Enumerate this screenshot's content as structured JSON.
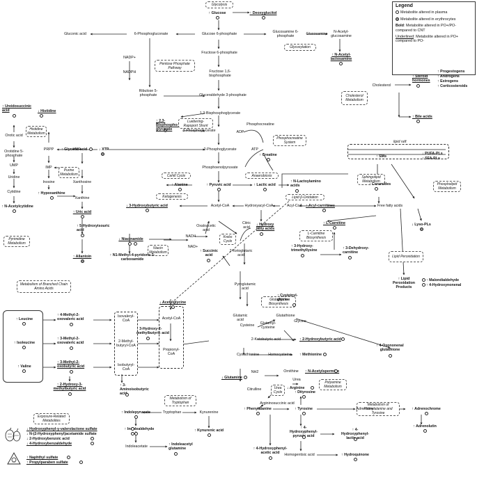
{
  "legend": {
    "title": "Legend",
    "plasma": "Metabolite altered in plasma",
    "erythro": "Metabolite altered in erythrocytes",
    "bold_key": "Bold",
    "bold": ": Metabolite altered in PO+/PO- compared to CNT",
    "under_key": "Underlined",
    "under": ": Metabolite altered in PO+ compared to PO-"
  },
  "pathways": {
    "glycolysis": "Glycolysis",
    "glycosylation": "Glycosylation",
    "ppp": "Pentose Phosphate Pathway",
    "lueb": "Luebering-Rapoport Shunt",
    "pcr": "Phosphocreatine System",
    "cahill": "Cahill Cycle",
    "anaerobiosis": "Anaerobiosis",
    "ketogenesis": "Ketogenesis",
    "lipid_ox": "Lipid β-Oxidation",
    "krebs": "Krebs Cycle",
    "histidine": "Histidine Metabolism",
    "purine": "Purine Metabolism",
    "pyrimidine": "Pyrimidine Metabolism",
    "niacin": "Niacin Metabolism",
    "cholesterol": "Cholesterol Metabolism",
    "sphingolipid": "Sphingolipid Metabolism",
    "phospholipid": "Phospholipid Metabolism",
    "carnitine": "L-Carnitine Biosynthesis",
    "lipid_perox": "Lipid Peroxidation",
    "gsh": "Glutathione Biosynthesis",
    "polyamine": "Polyamine Metabolism",
    "urea": "Urea Cycle",
    "bcaa": "Metabolism of Branched Chain Amino Acids",
    "tryptophan": "Metabolism of Tryptophan",
    "exposure": "Exposure-Related Metabolites",
    "phe_tyr": "Metabolism of Phenylalanine and Tyrosine"
  },
  "nodes": {
    "glucose": "↑ Glucose",
    "deoxyglucitol": "↑ Deoxyglucitol",
    "g6p": "Glucose 6-phosphate",
    "pg6": "6-Phosphogluconate",
    "gluconic": "Gluconic acid",
    "glcn6p": "Glucosamine 6-phosphate",
    "glcn": "Glucosamine",
    "nacglcn": "N-Acetyl-glucosamine",
    "nacl": "↑ N-Acetyl-lactosamine",
    "f6p": "Fructose 6-phosphate",
    "fbp": "Fructose 1,6-bisphosphate",
    "nadpp": "NADP+",
    "nadph": "NADPH",
    "r5p": "Ribulose 5-phosphate",
    "gap": "Glyceraldehyde 3-phosphate",
    "bpg13": "1,3-Bisphosphoglycerate",
    "bpg23": "↑ 2,3-Bisphospho-glycerate",
    "pg3": "3-Phosphoglycerate",
    "pg2": "2-Phosphoglycerate",
    "pep": "Phosphoenolpyruvate",
    "pcr": "Phosphocreatine",
    "adp": "ADP",
    "atp": "ATP",
    "creatine": "↑ Creatine",
    "ureido": "↑ Ureidosuccinic acid",
    "histidine": "↓ Histidine",
    "orotic": "Orotic acid",
    "prpp": "PRPP",
    "glyceric": "↑ Glyceric acid",
    "orotidine": "Orotidine 5-phosphate",
    "imp": "IMP",
    "xmp": "XMP",
    "xtp": "↓ XTP",
    "ump": "UMP",
    "inosine": "Inosine",
    "xanthosine": "Xanthosine",
    "uridine": "Uridine",
    "hypox": "↑ Hypoxanthine",
    "xanthine": "Xanthine",
    "cytidine": "Cytidine",
    "uric": "↑ Uric acid",
    "nacetylcyt": "↑ N-Acetylcytidine",
    "hiu": "↑ 5-Hydroxyisouric acid",
    "allantoin": "↑ Allantoin",
    "alanine": "↑ Alanine",
    "pyruvic": "↑ Pyruvic acid",
    "lactic": "↑ Lactic acid",
    "nlac": "↑ N-Lactoylamino acids",
    "hba": "↓ 3-Hydroxybutyric acid",
    "acoa": "Acetyl-CoA",
    "hacoa": "Hydroxyacyl-CoA",
    "acylcoa": "Acyl-CoA",
    "acylcarn": "↑ Acyl-carnitines",
    "ffa": "Free fatty acids",
    "lysopl": "↓ Lyso-PLs",
    "hfa": "↓ Hydroxy fatty acids",
    "cholesterol": "Cholesterol",
    "steroid": "↑ Steroid hormones",
    "progest": "↑ Progestogens",
    "andro": "↑ Androgens",
    "estro": "↑ Estrogens",
    "cortico": "↑ Corticosteroids",
    "bile": "↑ Bile acids",
    "lipidraft": "lipid raft",
    "sms": "↑ SMs",
    "pufa": "↓ PUFA-PLs",
    "sfa": "↑ SFA-PLs",
    "ceramides": "↑ Ceramides",
    "carnitine": "↑ L-Carnitine",
    "thtml": "↑ 3-Hydroxy-trimethyllysine",
    "dhc": "↑ 3-Dehydroxy-carnitine",
    "lpp": "↑ Lipid Peroxidation Products",
    "mda": "↑ Malondialdehyde",
    "hne": "↑ 4-Hydroxynonenal",
    "oxaloacetic": "Oxaloacetic acid",
    "citric": "Citric acid",
    "nadh": "NADH",
    "nadp2": "NAD+",
    "succinic": "↑ Succinic acid",
    "akg": "2-Ketoglutaric acid",
    "niacinamide": "↓ Niacinamide",
    "npy": "↑ N1-Methyl-4-pyridone-3-carboxamide",
    "leucine": "↑ Leucine",
    "isoleucine": "↑ Isoleucine",
    "valine": "↑ Valine",
    "mox4": "↑ 4-Methyl-2-oxovaleric acid",
    "mox3": "↑ 3-Methyl-2-oxovaleric acid",
    "mob3": "↑ 3-Methyl-2-oxobutyric acid",
    "isovaleryl": "Isovaleryl-CoA",
    "mbutyryl": "2-Methyl-butyryl-CoA",
    "isobutyryl": "Isobutyryl-CoA",
    "acetylglycine": "↓ Acetylglycine",
    "hmb3": "↑ 3-Hydroxy-2-methylbutyric acid",
    "acoa2": "Acetyl-CoA",
    "propcoa": "Propionyl-CoA",
    "aminoiso": "↑ 3-Aminoisobutyric acid",
    "hmb2": "↑ 2-Hydroxy-3-methylbutyric acid",
    "pyroglu": "Pyroglutamic acid",
    "cysgly": "↑ Cysteinyl-glycine",
    "glutamic": "Glutamic acid",
    "glutathione": "Glutathione",
    "cysteine": "Cysteine",
    "glucys": "Glutamyl-cysteine",
    "glycine": "Glycine",
    "kba": "2-Ketobutyric acid",
    "hba2": "↑ 2-Hydroxybutyric acid",
    "ooxo": "↑ 4-Oxononenal glutathione",
    "cysta": "Cystathionine",
    "homocys": "Homocysteine",
    "methionine": "↑ Methionine",
    "ornithine": "Ornithine",
    "nacsper": "↑ N-Acetylspermine",
    "glutamine": "↓ Glutamine",
    "nh2": "NH2",
    "urea": "Urea",
    "arginine": "↓ Arginine",
    "citrulline": "Citrulline",
    "argsucc": "Argininosuccinic acid",
    "indolepyr": "↑ Indolepyruvate",
    "tryptophan": "Tryptophan",
    "kynurenine": "Kynurenine",
    "indolealde": "↑ Indolealdehyde",
    "kynurenic": "↑ Kynurenic acid",
    "indoleacetate": "Indoleacetate",
    "iag": "↑ Indoleacetyl glutamine",
    "hvvls": "↓ Hydroxyphenyl-γ-valerolactone sulfate",
    "n2hpa": "↓ N-(2-Hydroxyphenyl)acetamide sulfate",
    "dhba": "↓ 2-Hydroxybenzoic acid",
    "hbald": "↓ 4-Hydroxybenzaldehyde",
    "naphthyl": "↑ Naphthyl sulfate",
    "propylparaben": "↑ Propylparaben sulfate",
    "phe": "↑ Phenylalanine",
    "tyr": "↑ Tyrosine",
    "dityrosine": "↑ Dityrosine",
    "adrenaline": "Adrenaline",
    "adrenochrome": "↑ Adrenochrome",
    "hppa": "↑ 4-Hydroxyphenyl-pyruvic acid",
    "hpla": "↑ 4-Hydroxyphenyl-lactic acid",
    "adrenolutin": "↑ Adrenolutin",
    "hpaa": "↑ 4-Hydroxyphenyl-acetic acid",
    "homogentisic": "Homogentisic acid",
    "hydroquinone": "↑ Hydroquinone"
  },
  "colors": {
    "line": "#222222",
    "erythro_fill": "#9a9a9a",
    "plasma_fill": "#ffffff",
    "box_border": "#555555"
  }
}
